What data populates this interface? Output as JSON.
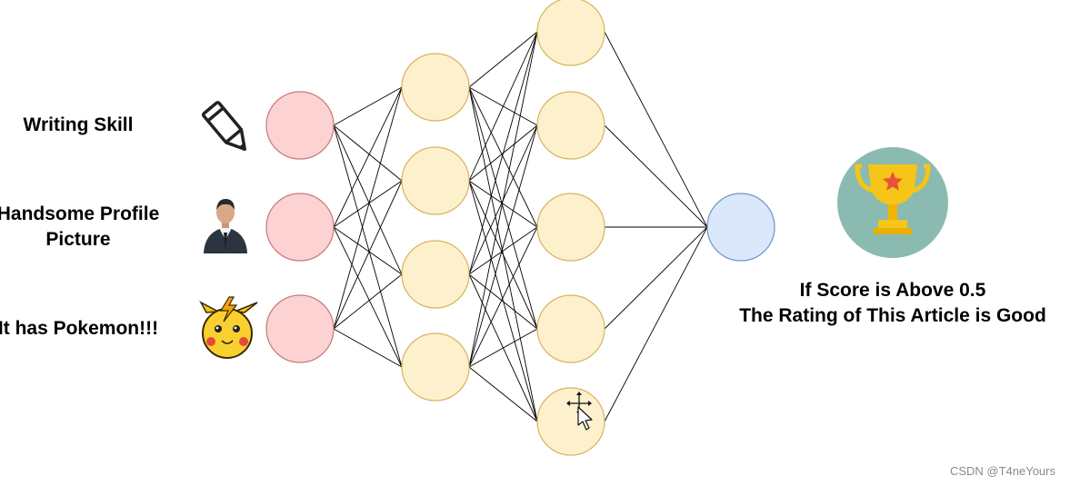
{
  "inputs": [
    {
      "label_lines": [
        "Writing Skill"
      ],
      "icon": "pencil-icon"
    },
    {
      "label_lines": [
        "Handsome Profile",
        "Picture"
      ],
      "icon": "businessman-icon"
    },
    {
      "label_lines": [
        "It has Pokemon!!!"
      ],
      "icon": "pikachu-icon"
    }
  ],
  "network": {
    "layers": [
      {
        "name": "input",
        "nodes": 3,
        "fill": "#fcd2d2",
        "stroke": "#c87878"
      },
      {
        "name": "hidden-1",
        "nodes": 4,
        "fill": "#fdf0cc",
        "stroke": "#d9b35e"
      },
      {
        "name": "hidden-2",
        "nodes": 5,
        "fill": "#fdf0cc",
        "stroke": "#d9b35e"
      },
      {
        "name": "output",
        "nodes": 1,
        "fill": "#dbe8fb",
        "stroke": "#6f93c4"
      }
    ],
    "edge_color": "#000000"
  },
  "result": {
    "lines": [
      "If Score is Above 0.5",
      "The Rating of This Article is Good"
    ],
    "icon": "trophy-icon",
    "badge_color": "#8bbab0"
  },
  "watermark": "CSDN @T4neYours"
}
